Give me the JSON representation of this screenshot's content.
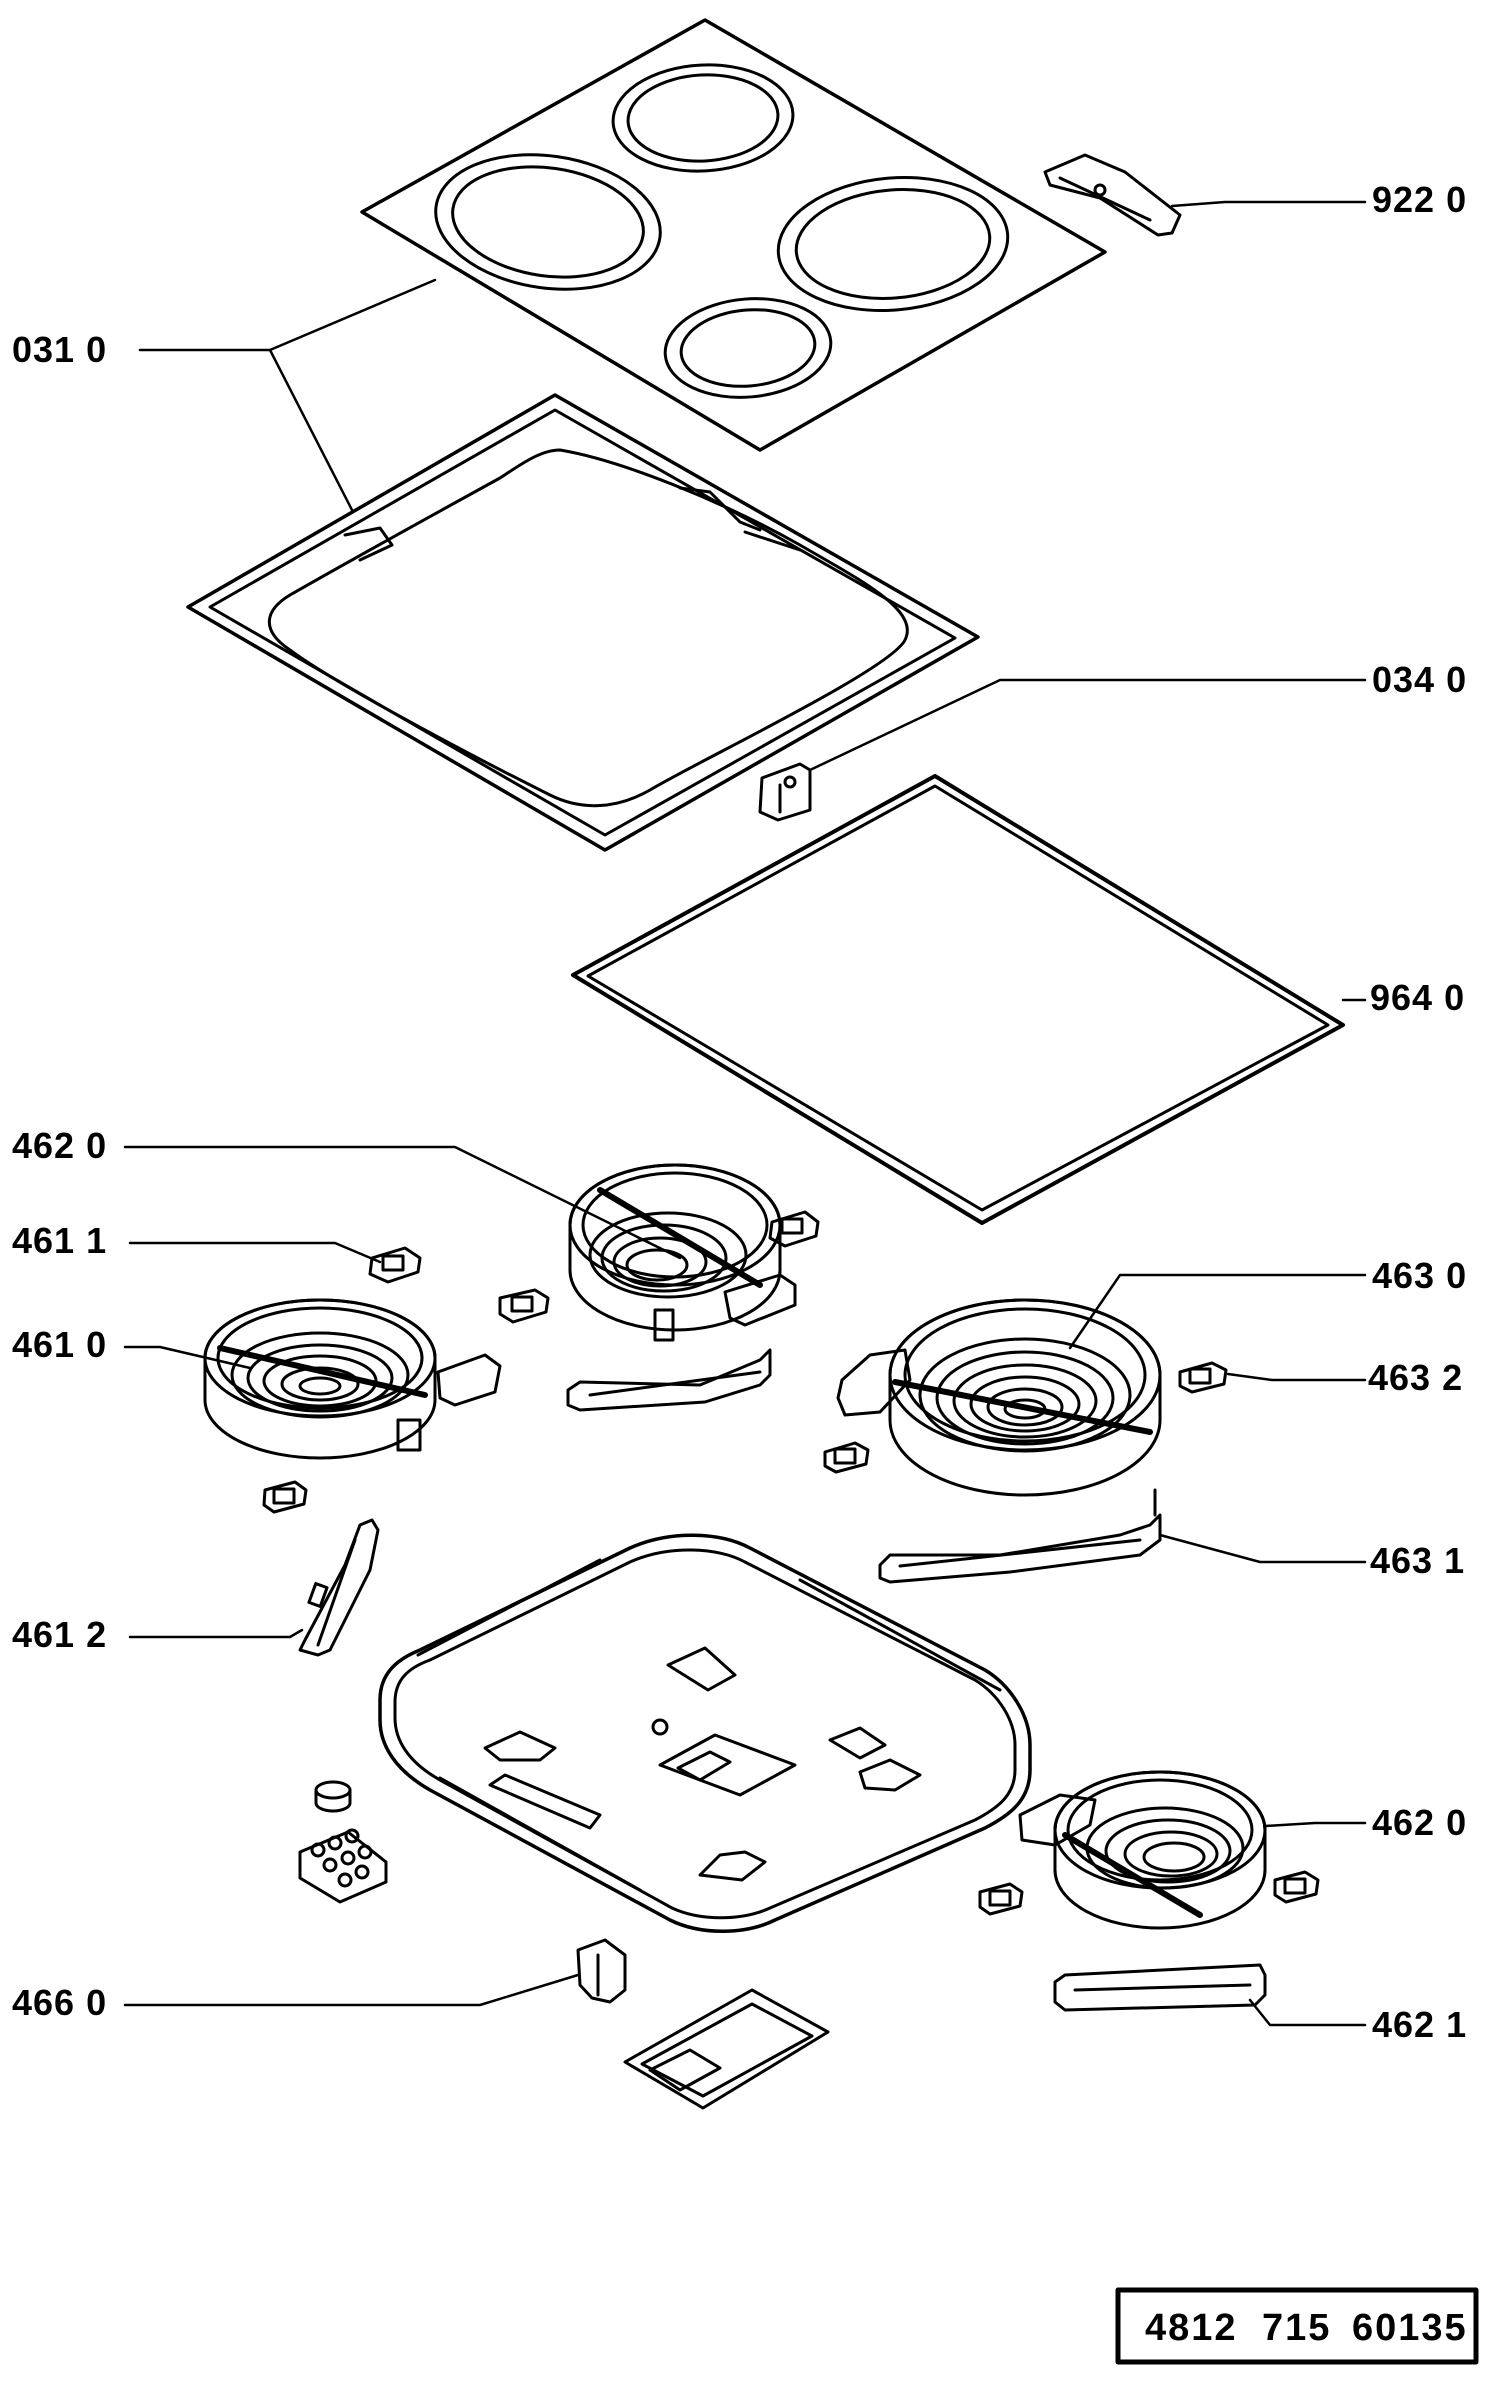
{
  "labels": {
    "l9220": "922 0",
    "l0310": "031 0",
    "l0340": "034 0",
    "l9640": "964 0",
    "l4620a": "462 0",
    "l4611": "461 1",
    "l4630": "463 0",
    "l4610": "461 0",
    "l4632": "463 2",
    "l4631": "463 1",
    "l4612": "461 2",
    "l4620b": "462 0",
    "l4660": "466 0",
    "l4621": "462 1"
  },
  "reference_box": {
    "part_a": "4812",
    "part_b": "715",
    "part_c": "60135"
  }
}
